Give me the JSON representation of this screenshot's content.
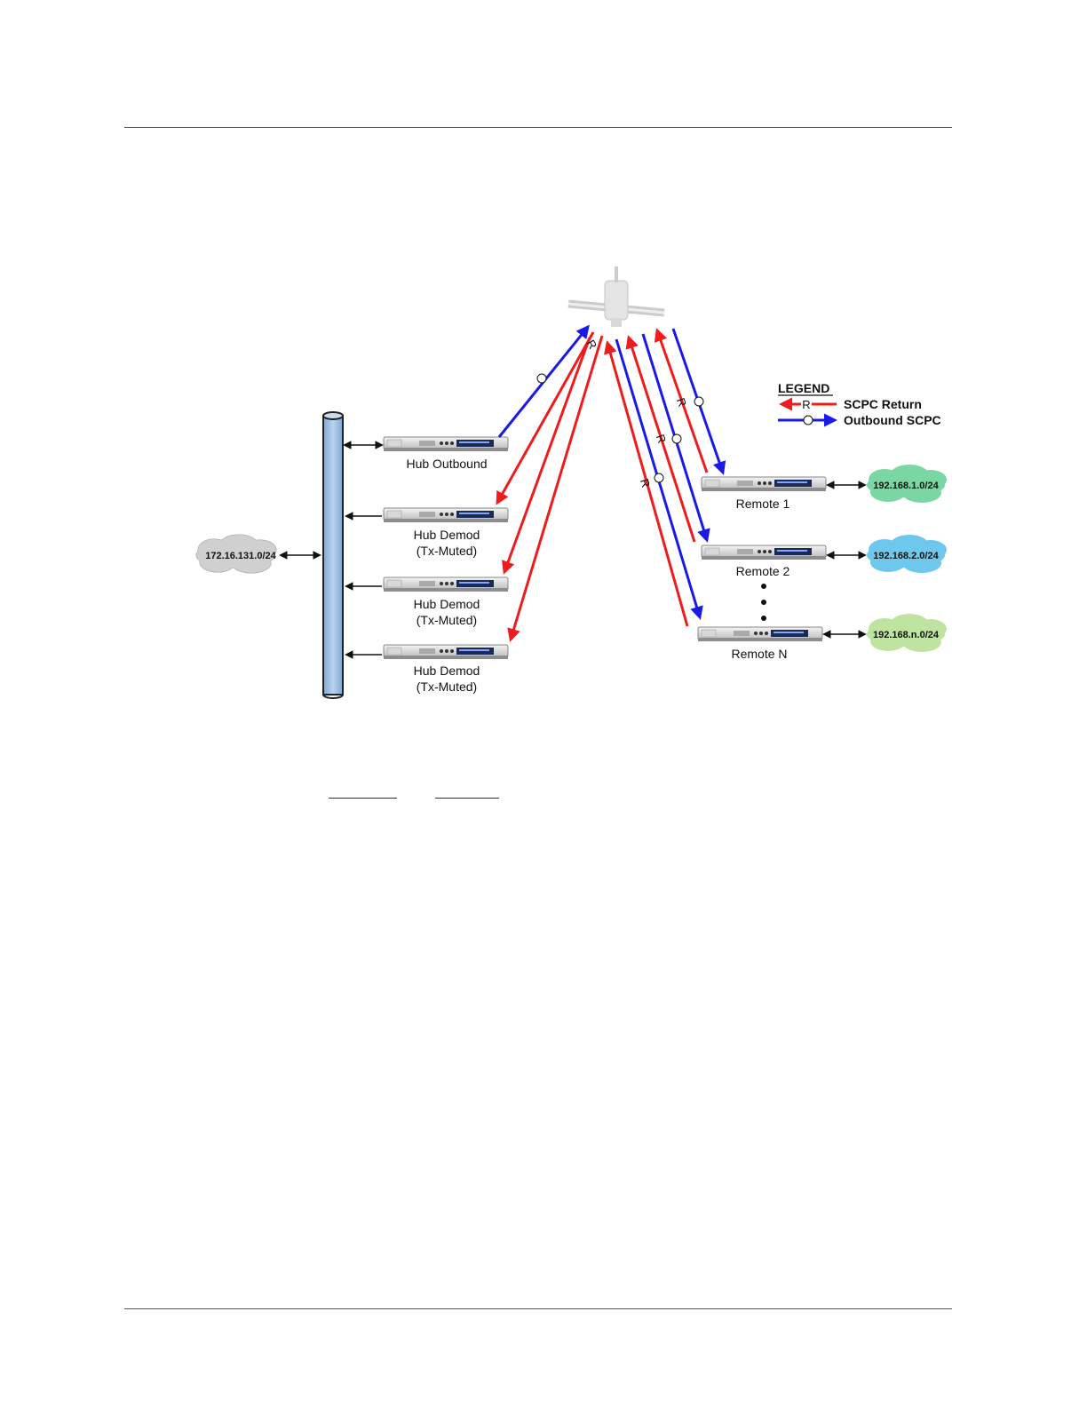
{
  "legend": {
    "title": "LEGEND",
    "return_label": "SCPC Return",
    "outbound_label": "Outbound SCPC",
    "return_tag": "R",
    "outbound_tag": "O"
  },
  "hub": {
    "network": "172.16.131.0/24",
    "outbound_label": "Hub Outbound",
    "demods": [
      {
        "name": "Hub Demod",
        "state": "(Tx-Muted)"
      },
      {
        "name": "Hub Demod",
        "state": "(Tx-Muted)"
      },
      {
        "name": "Hub Demod",
        "state": "(Tx-Muted)"
      }
    ]
  },
  "remotes": [
    {
      "label": "Remote 1",
      "network": "192.168.1.0/24"
    },
    {
      "label": "Remote 2",
      "network": "192.168.2.0/24"
    },
    {
      "label": "Remote N",
      "network": "192.168.n.0/24"
    }
  ],
  "colors": {
    "return": "#ee1c1c",
    "outbound": "#1a1ae6",
    "cloud_hub": "#d0d0d0",
    "cloud_remote1": "#7ad7a3",
    "cloud_remote2": "#6ec8ee",
    "cloud_remoteN": "#bfe3a0",
    "bus": "#9dc0e3"
  },
  "link_tags": {
    "r": "R",
    "o": "O"
  }
}
